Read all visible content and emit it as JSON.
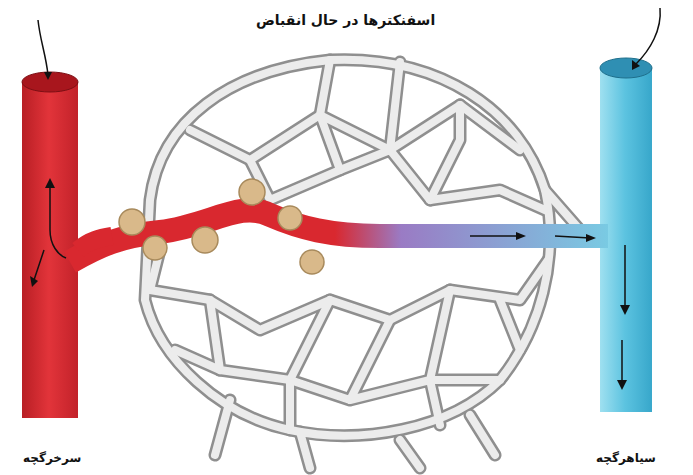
{
  "diagram": {
    "title": "اسفنکترها در حال انقباض",
    "labels": [
      "سرخرگچه",
      "سیاهرگچه"
    ]
  }
}
